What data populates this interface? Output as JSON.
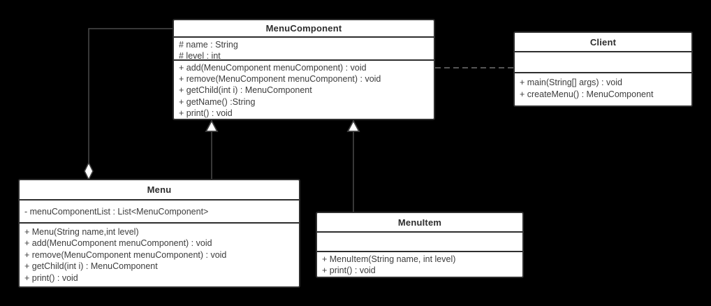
{
  "diagram": {
    "type": "uml-class-diagram",
    "pattern": "Composite",
    "background_color": "#000000",
    "box_fill_color": "#ffffff",
    "box_border_color": "#2e2e2e",
    "text_color": "#3d3d3d",
    "connector_color": "#4a4a4a"
  },
  "classes": {
    "menuComponent": {
      "name": "MenuComponent",
      "attributes": [
        "# name : String",
        "# level : int"
      ],
      "methods": [
        "+ add(MenuComponent menuComponent) : void",
        "+ remove(MenuComponent menuComponent) : void",
        "+ getChild(int i) : MenuComponent",
        "+ getName() :String",
        "+ print() : void"
      ]
    },
    "client": {
      "name": "Client",
      "attributes": [],
      "methods": [
        "+ main(String[] args) : void",
        "+ createMenu() : MenuComponent"
      ]
    },
    "menu": {
      "name": "Menu",
      "attributes": [
        "- menuComponentList : List<MenuComponent>"
      ],
      "methods": [
        "+ Menu(String name,int level)",
        "+ add(MenuComponent menuComponent) : void",
        "+ remove(MenuComponent menuComponent) : void",
        "+ getChild(int i) : MenuComponent",
        "+ print() : void"
      ]
    },
    "menuItem": {
      "name": "MenuItem",
      "attributes": [],
      "methods": [
        "+ MenuItem(String name, int level)",
        "+ print() : void"
      ]
    }
  },
  "relationships": [
    {
      "type": "aggregation",
      "whole": "Menu",
      "part": "MenuComponent",
      "marker": "hollow-diamond"
    },
    {
      "type": "generalization",
      "child": "Menu",
      "parent": "MenuComponent",
      "marker": "hollow-triangle"
    },
    {
      "type": "generalization",
      "child": "MenuItem",
      "parent": "MenuComponent",
      "marker": "hollow-triangle"
    },
    {
      "type": "dependency",
      "from": "Client",
      "to": "MenuComponent",
      "style": "dashed"
    }
  ]
}
